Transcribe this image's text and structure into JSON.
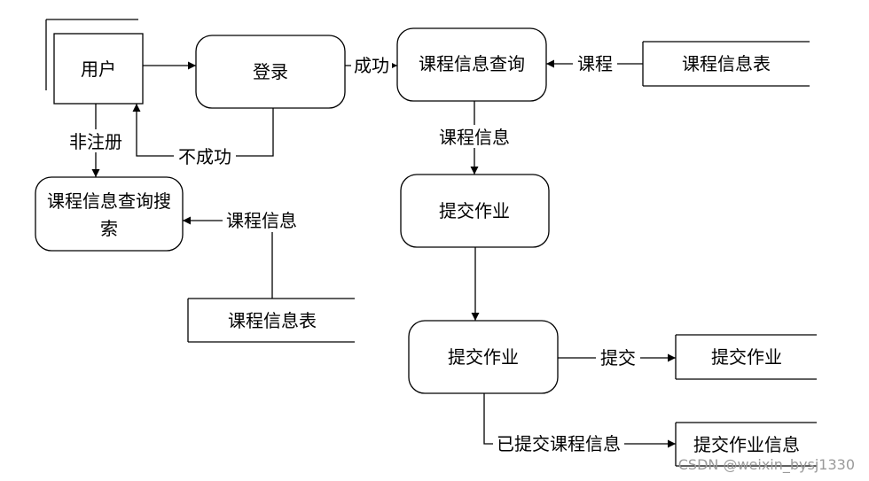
{
  "nodes": {
    "user": "用户",
    "login": "登录",
    "course_query": "课程信息查询",
    "course_search_line1": "课程信息查询搜",
    "course_search_line2": "索",
    "submit_hw_1": "提交作业",
    "submit_hw_2": "提交作业"
  },
  "stores": {
    "course_table_top": "课程信息表",
    "course_table_bottom": "课程信息表",
    "homework": "提交作业",
    "homework_info": "提交作业信息"
  },
  "edges": {
    "success": "成功",
    "fail": "不成功",
    "unregistered": "非注册",
    "course": "课程",
    "course_info_down": "课程信息",
    "course_info_left": "课程信息",
    "submit": "提交",
    "submitted_info": "已提交课程信息"
  },
  "watermark": "CSDN @weixin_bysj1330"
}
